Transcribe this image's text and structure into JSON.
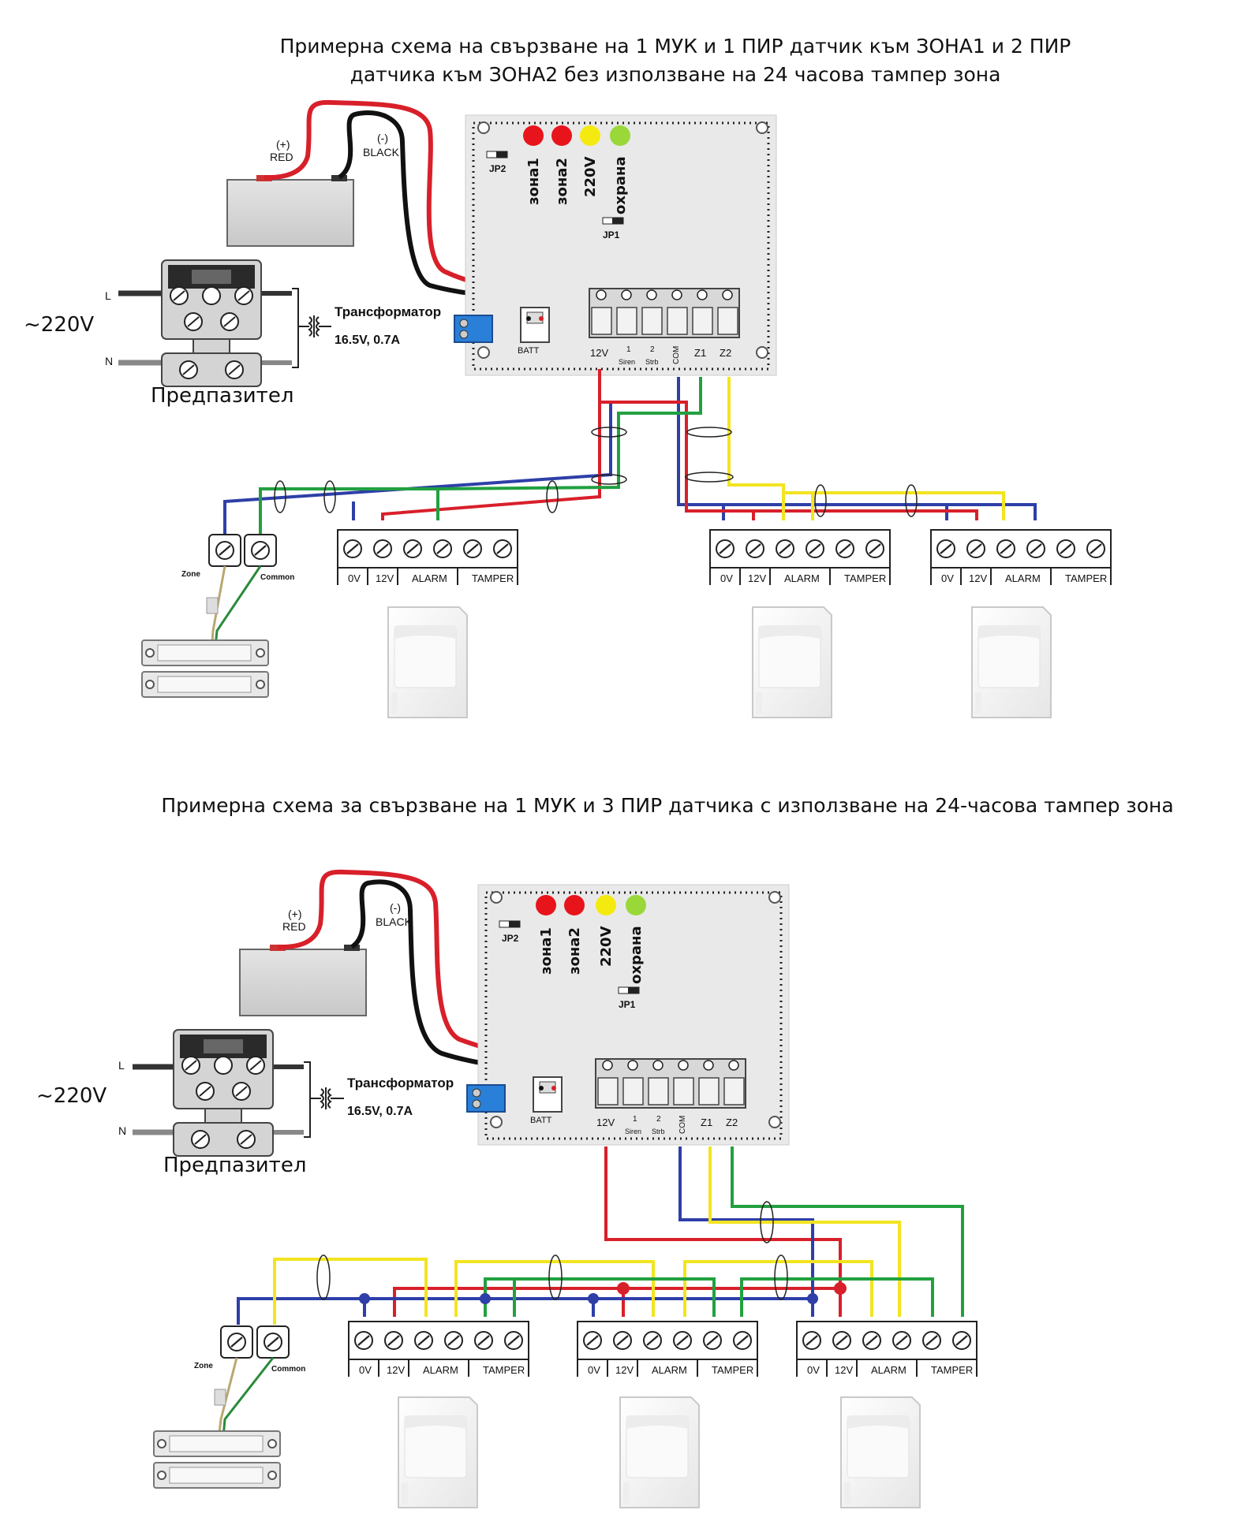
{
  "titles": {
    "top_line1": "Примерна схема на свързване на 1 МУК и 1 ПИР датчик към ЗОНА1 и 2 ПИР",
    "top_line2": "датчика към ЗОНА2 без използване на 24 часова тампер зона",
    "bottom": "Примерна схема за свързване на 1 МУК и 3 ПИР датчика с използване на 24-часова тампер зона"
  },
  "power": {
    "mains": "~220V",
    "line": "L",
    "neutral": "N",
    "fuse": "Предпазител",
    "transformer": "Трансформатор",
    "transformer_rating": "16.5V, 0.7A",
    "battery_plus": "(+)",
    "battery_plus_label": "RED",
    "battery_minus": "(-)",
    "battery_minus_label": "BLACK"
  },
  "panel": {
    "jp2": "JP2",
    "jp1": "JP1",
    "batt": "BATT",
    "leds": [
      "зона1",
      "зона2",
      "220V",
      "охрана"
    ],
    "led_colors": [
      "#e8141c",
      "#e8141c",
      "#f4ea10",
      "#9ad83a"
    ],
    "terminals": [
      "12V",
      "1",
      "2",
      "COM",
      "Z1",
      "Z2"
    ],
    "siren": "Siren",
    "strb": "Strb"
  },
  "contact": {
    "zone": "Zone",
    "common": "Common"
  },
  "pir": {
    "terminal_0v": "0V",
    "terminal_12v": "12V",
    "alarm": "ALARM",
    "tamper": "TAMPER"
  },
  "wire_colors": {
    "red": "#d8202a",
    "black": "#111111",
    "blue": "#2e3fa8",
    "green": "#22a040",
    "yellow": "#f2e420"
  }
}
